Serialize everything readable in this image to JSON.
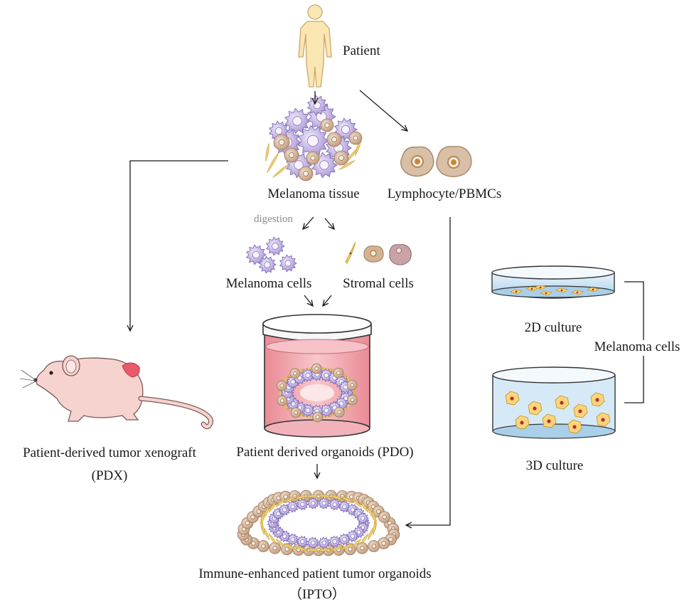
{
  "nodes": {
    "patient": "Patient",
    "melanoma_tissue": "Melanoma tissue",
    "lymphocyte": "Lymphocyte/PBMCs",
    "digestion": "digestion",
    "melanoma_cells": "Melanoma cells",
    "stromal_cells": "Stromal cells",
    "pdo": "Patient derived organoids (PDO)",
    "pdx_line1": "Patient-derived tumor xenograft",
    "pdx_line2": "(PDX)",
    "ipto_line1": "Immune-enhanced patient tumor organoids",
    "ipto_line2": "（IPTO）",
    "culture_2d": "2D culture",
    "culture_3d": "3D culture",
    "culture_group": "Melanoma cells"
  },
  "colors": {
    "skin": "#f9e6b3",
    "skin_outline": "#c9a86a",
    "melanoma_purple": "#b8a8dc",
    "melanoma_light": "#e7e0f5",
    "stroma_tan": "#c9a78b",
    "fibroblast_yellow": "#f2cf73",
    "lymphocyte_fill": "#d9bfa5",
    "mouse_pink": "#f7d3cf",
    "tumor_red": "#e85a6a",
    "medium_pink": "#f09aa2",
    "dish_blue": "#bcd9ef",
    "cell_yellow": "#fbd47c",
    "arrow": "#1a1a1a"
  }
}
